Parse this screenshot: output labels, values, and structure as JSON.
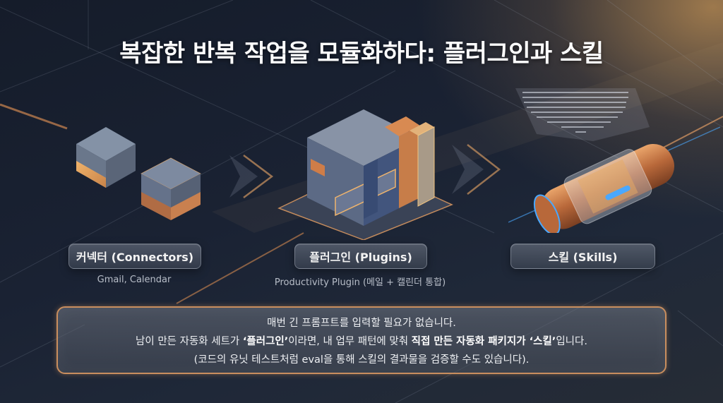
{
  "title": "복잡한 반복 작업을 모듈화하다: 플러그인과 스킬",
  "stages": [
    {
      "id": "connectors",
      "label": "커넥터 (Connectors)",
      "sub": "Gmail, Calendar",
      "icon": "cubes-icon"
    },
    {
      "id": "plugins",
      "label": "플러그인 (Plugins)",
      "sub": "Productivity Plugin (메일 + 캘린더 통합)",
      "icon": "modular-cube-icon"
    },
    {
      "id": "skills",
      "label": "스킬 (Skills)",
      "sub": "",
      "icon": "capsule-icon"
    }
  ],
  "note": {
    "line1": "매번 긴 프롬프트를 입력할 필요가 없습니다.",
    "line2": {
      "part1": "남이 만든 자동화 세트가 ",
      "bold1": "‘플러그인’",
      "part2": "이라면, 내 업무 패턴에 맞춰 ",
      "bold2": "직접 만든 자동화 패키지가 ‘스킬’",
      "part3": "입니다."
    },
    "line3": "(코드의 유닛 테스트처럼 eval을 통해 스킬의 결과물을 검증할 수도 있습니다)."
  },
  "colors": {
    "background": "#1a2233",
    "accent_copper": "#c98e5e",
    "accent_gold": "#e8b86a",
    "cube_steel": "#7d8ba0",
    "glow_blue": "#4aa8ff"
  }
}
